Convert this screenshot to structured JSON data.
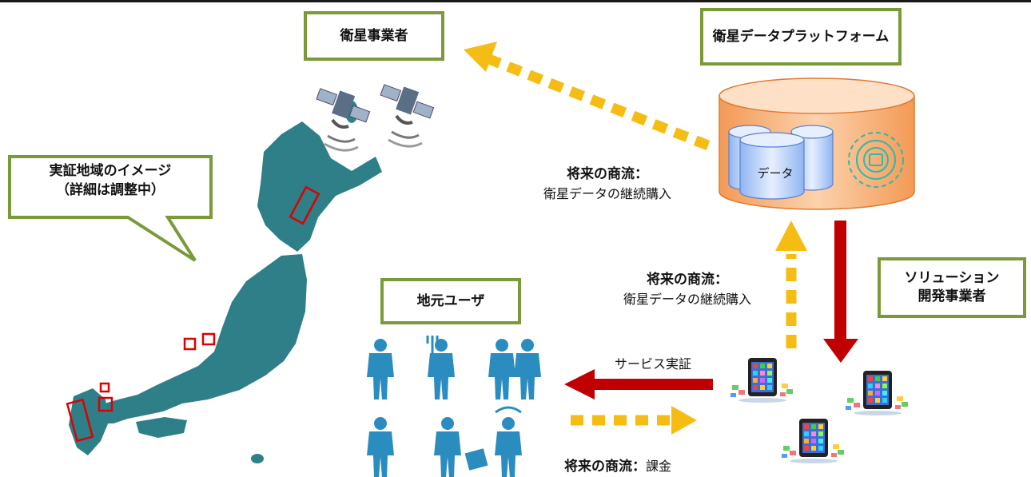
{
  "boxes": {
    "satellite_operator": "衛星事業者",
    "data_platform": "衛星データプラットフォーム",
    "local_users": "地元ユーザ",
    "solution_developer_line1": "ソリューション",
    "solution_developer_line2": "開発事業者"
  },
  "callout": {
    "line1": "実証地域のイメージ",
    "line2": "（詳細は調整中）"
  },
  "cylinder": {
    "data_label": "データ"
  },
  "flows": {
    "platform_to_operator": {
      "title": "将来の商流：",
      "detail": "衛星データの継続購入"
    },
    "solution_to_platform": {
      "title": "将来の商流：",
      "detail": "衛星データの継続購入"
    },
    "service_demo": {
      "label": "サービス実証"
    },
    "users_to_solution": {
      "title": "将来の商流：",
      "detail": "課金"
    }
  },
  "colors": {
    "box_border": "#7a9a3a",
    "map": "#2e7f88",
    "dashed_arrow": "#f5bd14",
    "solid_arrow": "#c00000",
    "cylinder": "#f7b37a",
    "icons": "#2a8cbf"
  },
  "icons": [
    "satellite-icon",
    "server-icon",
    "tablet-icon",
    "person-icon"
  ]
}
